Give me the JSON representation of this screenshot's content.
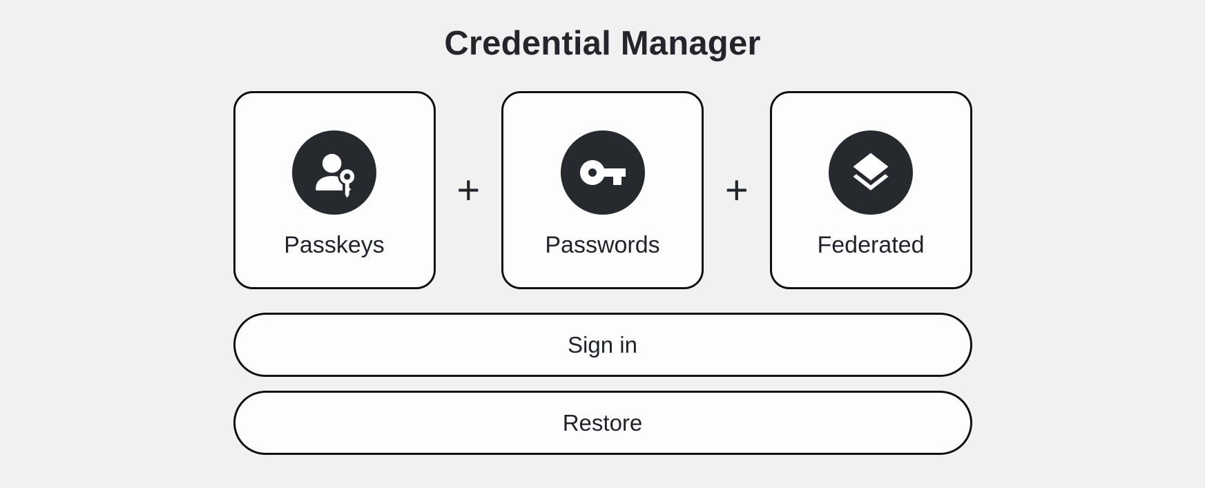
{
  "header": {
    "title": "Credential Manager"
  },
  "cards": [
    {
      "label": "Passkeys",
      "icon": "passkey-icon"
    },
    {
      "label": "Passwords",
      "icon": "key-icon"
    },
    {
      "label": "Federated",
      "icon": "layers-icon"
    }
  ],
  "separator": {
    "plus": "+"
  },
  "actions": {
    "sign_in": "Sign in",
    "restore": "Restore"
  },
  "colors": {
    "background": "#f1f1f2",
    "card_background": "#fdfdfe",
    "border": "#0f0f0f",
    "icon_circle": "#26292e",
    "icon_glyph": "#ffffff",
    "text": "#1f2329"
  }
}
